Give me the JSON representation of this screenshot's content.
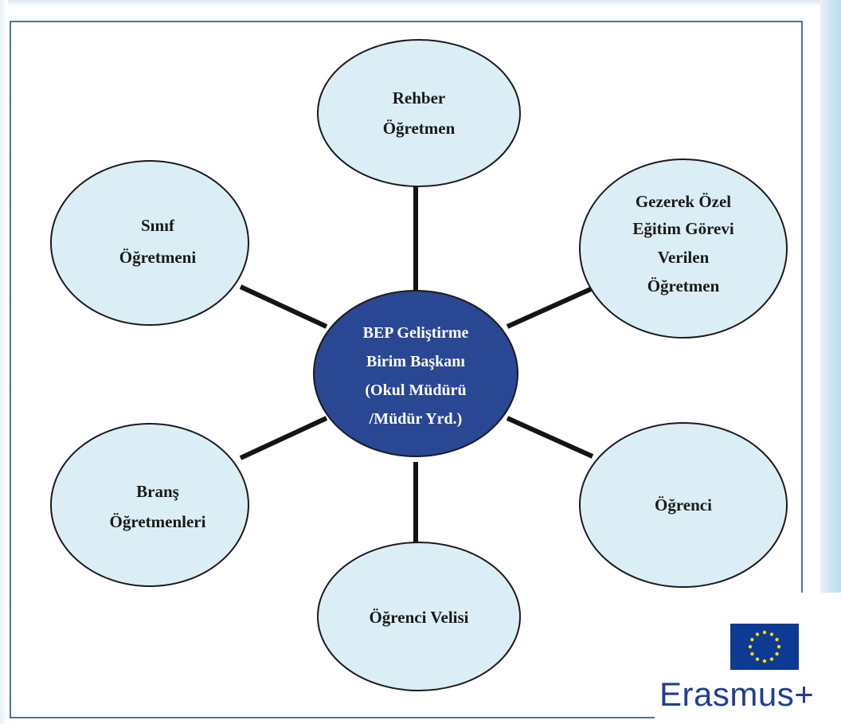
{
  "diagram": {
    "center": {
      "lines": [
        "BEP Geliştirme",
        "Birim Başkanı",
        "(Okul Müdürü",
        "/Müdür Yrd.)"
      ]
    },
    "nodes": [
      {
        "id": "rehber-ogretmen",
        "lines": [
          "Rehber",
          "Öğretmen"
        ]
      },
      {
        "id": "gezerek-ozel-egitim",
        "lines": [
          "Gezerek Özel",
          "Eğitim Görevi",
          "Verilen",
          "Öğretmen"
        ]
      },
      {
        "id": "ogrenci",
        "lines": [
          "Öğrenci"
        ]
      },
      {
        "id": "ogrenci-velisi",
        "lines": [
          "Öğrenci Velisi"
        ]
      },
      {
        "id": "brans-ogretmenleri",
        "lines": [
          "Branş",
          "Öğretmenleri"
        ]
      },
      {
        "id": "sinif-ogretmeni",
        "lines": [
          "Sınıf",
          "Öğretmeni"
        ]
      }
    ]
  },
  "logo": {
    "text": "Erasmus+",
    "flag_icon": "eu-flag-icon"
  },
  "colors": {
    "node_fill": "#dceef5",
    "node_stroke": "#1b1b1b",
    "center_fill": "#2a4793",
    "connector": "#141414",
    "frame": "#4f7397",
    "flag_blue": "#0d3a93",
    "flag_stars": "#ffdd00",
    "erasmus_text": "#1f3f8f"
  }
}
